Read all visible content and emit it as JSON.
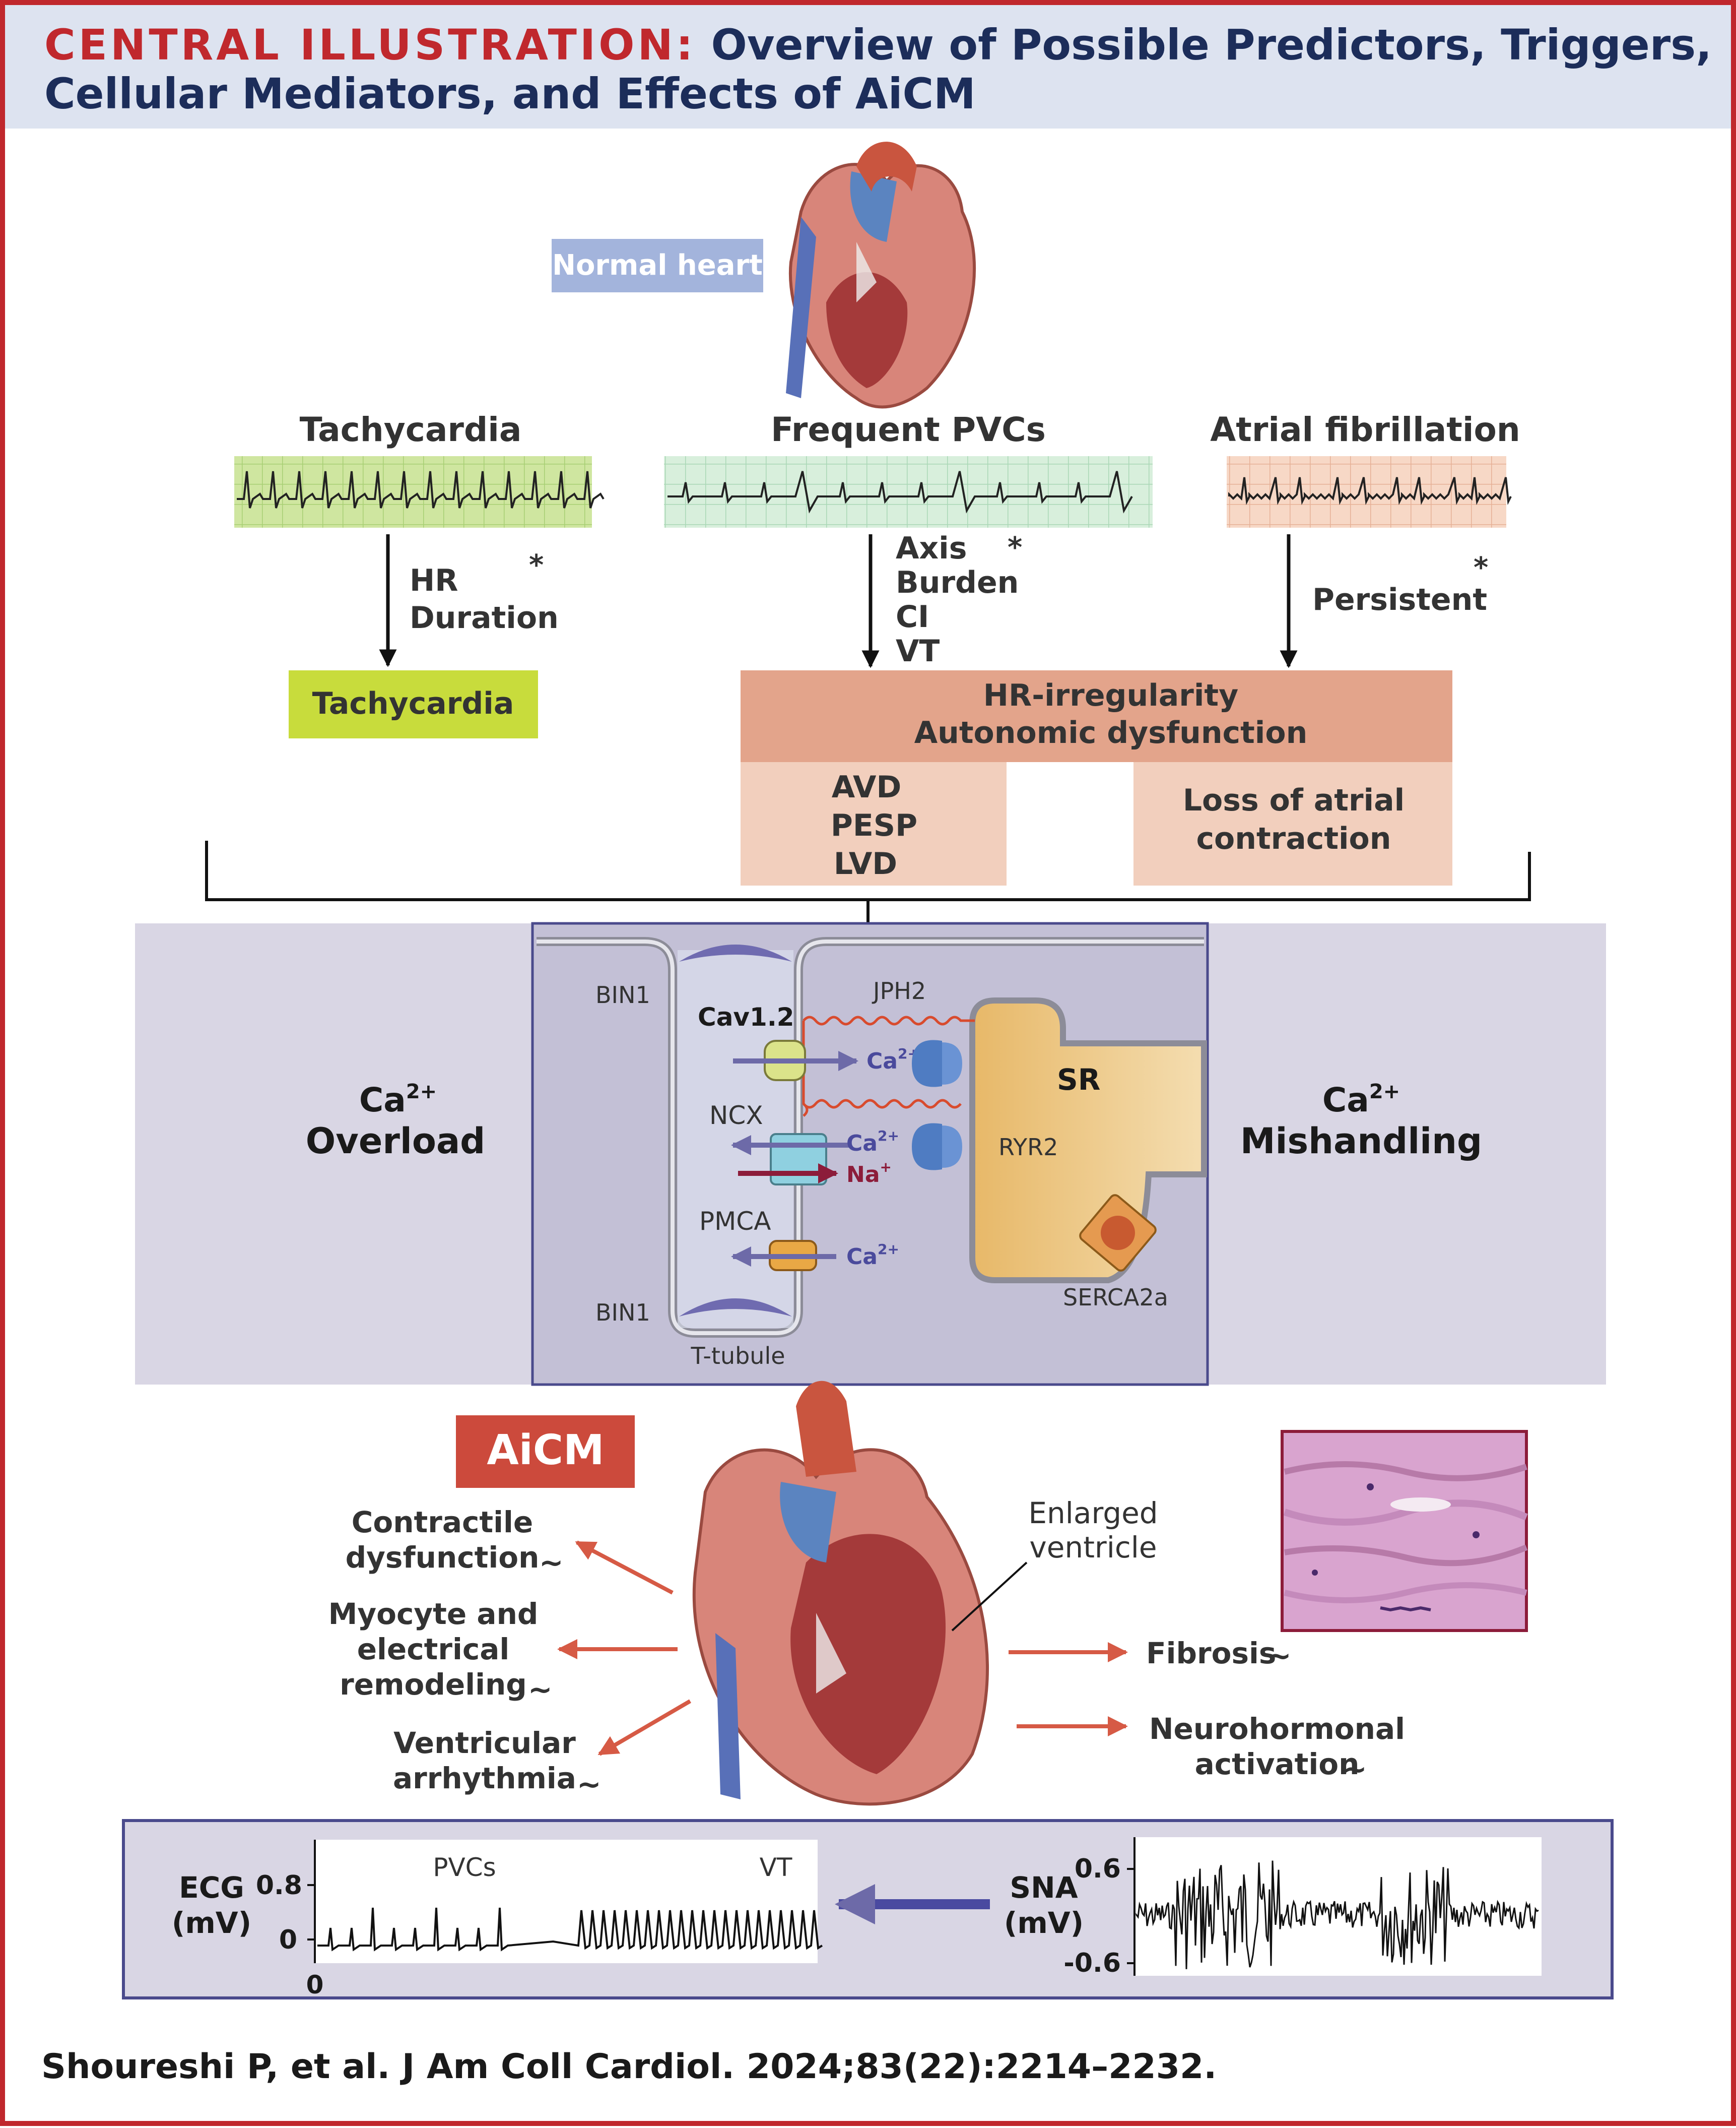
{
  "header": {
    "label": "CENTRAL ILLUSTRATION:",
    "title_line1": "Overview of Possible Predictors, Triggers,",
    "title_line2": "Cellular Mediators, and Effects of AiCM"
  },
  "top": {
    "normal_heart_label": "Normal heart",
    "columns": [
      {
        "title": "Tachycardia",
        "predictors": [
          "HR",
          "Duration"
        ],
        "asterisk": "*"
      },
      {
        "title": "Frequent PVCs",
        "predictors": [
          "Axis",
          "Burden",
          "CI",
          "VT"
        ],
        "asterisk": "*"
      },
      {
        "title": "Atrial fibrillation",
        "predictors": [
          "Persistent"
        ],
        "asterisk": "*"
      }
    ],
    "tachycardia_box": "Tachycardia",
    "hr_box": {
      "line1": "HR-irregularity",
      "line2": "Autonomic dysfunction"
    },
    "avd_box": [
      "AVD",
      "PESP",
      "LVD"
    ],
    "loss_box": {
      "line1": "Loss of atrial",
      "line2": "contraction"
    }
  },
  "cell": {
    "left": {
      "ion": "Ca",
      "sup": "2+",
      "label": "Overload"
    },
    "right": {
      "ion": "Ca",
      "sup": "2+",
      "label": "Mishandling"
    },
    "labels": {
      "bin1_top": "BIN1",
      "bin1_bottom": "BIN1",
      "cav": "Cav1.2",
      "jph2": "JPH2",
      "ncx": "NCX",
      "pmca": "PMCA",
      "sr": "SR",
      "ryr2": "RYR2",
      "serca": "SERCA2a",
      "ttubule": "T-tubule",
      "ca": "Ca",
      "ca_sup": "2+",
      "na": "Na",
      "na_sup": "+"
    }
  },
  "aicm": {
    "title": "AiCM",
    "enlarged": [
      "Enlarged",
      "ventricle"
    ],
    "effects_left": [
      {
        "lines": [
          "Contractile",
          "dysfunction"
        ]
      },
      {
        "lines": [
          "Myocyte and",
          "electrical",
          "remodeling"
        ]
      },
      {
        "lines": [
          "Ventricular",
          "arrhythmia"
        ]
      }
    ],
    "effects_right": [
      {
        "lines": [
          "Fibrosis"
        ]
      },
      {
        "lines": [
          "Neurohormonal",
          "activation"
        ]
      }
    ],
    "tilde": "~"
  },
  "traces": {
    "ecg": {
      "label": "ECG",
      "unit": "(mV)",
      "tick_top": "0.8",
      "tick_mid": "0",
      "tick_x": "0",
      "pvcs": "PVCs",
      "vt": "VT"
    },
    "sna": {
      "label": "SNA",
      "unit": "(mV)",
      "tick_top": "0.6",
      "tick_bottom": "-0.6"
    }
  },
  "citation": "Shoureshi P, et al. J Am Coll Cardiol. 2024;83(22):2214–2232.",
  "colors": {
    "frame_red": "#c0282d",
    "header_bg": "#dde3f0",
    "navy": "#1c2d5a",
    "green": "#c8dc3c",
    "salmon": "#e3a48b",
    "salmon_light": "#f2cfbd",
    "cell_panel": "#d9d6e4",
    "aicm_red": "#cc4a3c"
  }
}
